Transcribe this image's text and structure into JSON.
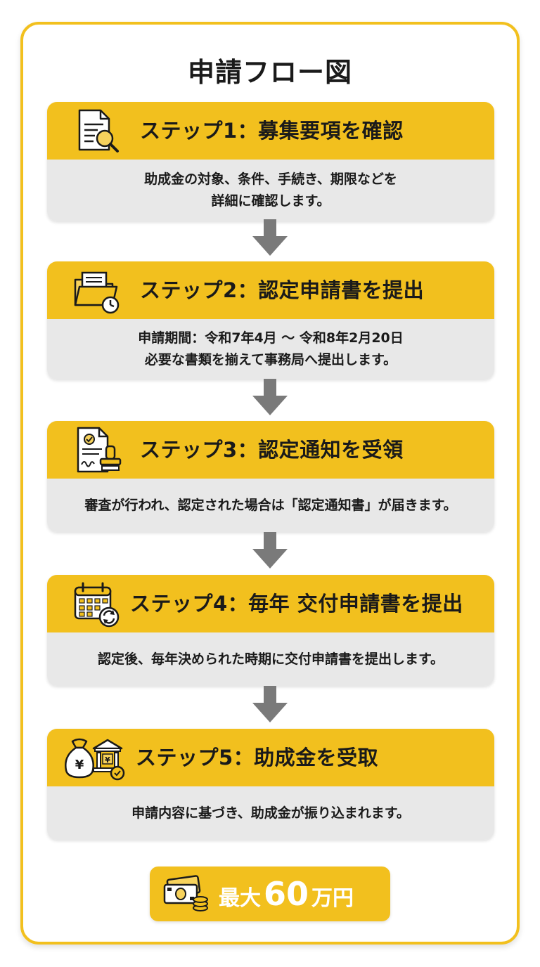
{
  "title": "申請フロー図",
  "steps": [
    {
      "icon": "document-search-icon",
      "title": "ステップ1：募集要項を確認",
      "lines": [
        "助成金の対象、条件、手続き、期限などを",
        "詳細に確認します。"
      ]
    },
    {
      "icon": "folder-clock-icon",
      "title": "ステップ2：認定申請書を提出",
      "lines": [
        "申請期間：令和7年4月 〜 令和8年2月20日",
        "必要な書類を揃えて事務局へ提出します。"
      ]
    },
    {
      "icon": "certificate-stamp-icon",
      "title": "ステップ3：認定通知を受領",
      "lines": [
        "審査が行われ、認定された場合は「認定通知書」が届きます。"
      ]
    },
    {
      "icon": "calendar-refresh-icon",
      "title": "ステップ4：毎年 交付申請書を提出",
      "lines": [
        "認定後、毎年決められた時期に交付申請書を提出します。"
      ]
    },
    {
      "icon": "money-bank-icon",
      "title": "ステップ5：助成金を受取",
      "lines": [
        "申請内容に基づき、助成金が振り込まれます。"
      ]
    }
  ],
  "badge": {
    "icon": "cash-coins-icon",
    "prefix": "最大",
    "amount": "60",
    "suffix": "万円"
  },
  "colors": {
    "accent": "#F2C01E",
    "body": "#E8E8E8",
    "arrow": "#7A7A7A",
    "text": "#1a1a1a"
  }
}
